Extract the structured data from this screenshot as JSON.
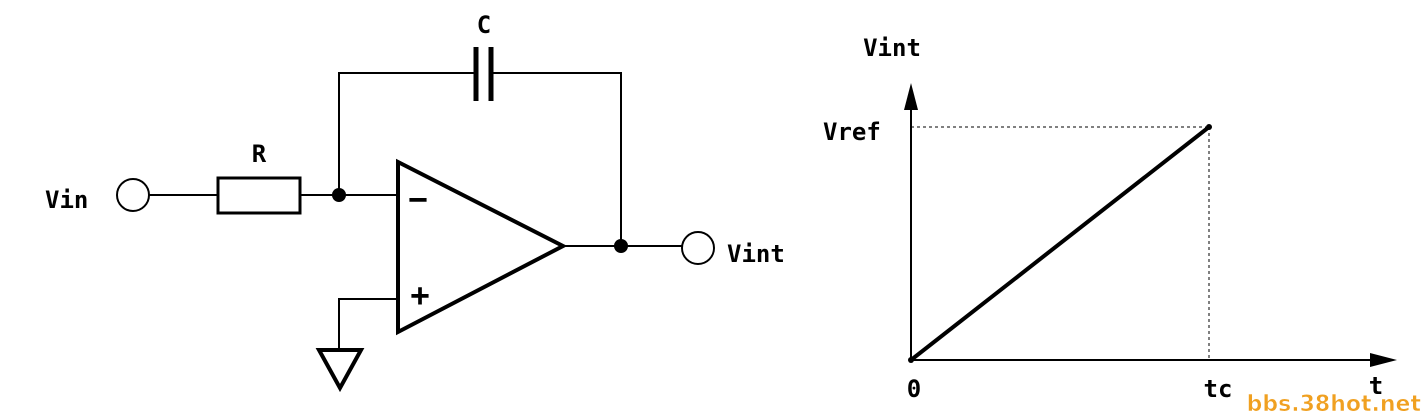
{
  "circuit": {
    "input_label": "Vin",
    "resistor_label": "R",
    "capacitor_label": "C",
    "output_label": "Vint",
    "minus_sign": "−",
    "plus_sign": "+"
  },
  "graph": {
    "y_axis_label": "Vint",
    "x_axis_label": "t",
    "origin_label": "0",
    "ref_label": "Vref",
    "tc_label": "tc"
  },
  "watermark": "bbs.38hot.net",
  "colors": {
    "line": "#000000",
    "watermark": "#f0a020",
    "background": "#ffffff"
  }
}
